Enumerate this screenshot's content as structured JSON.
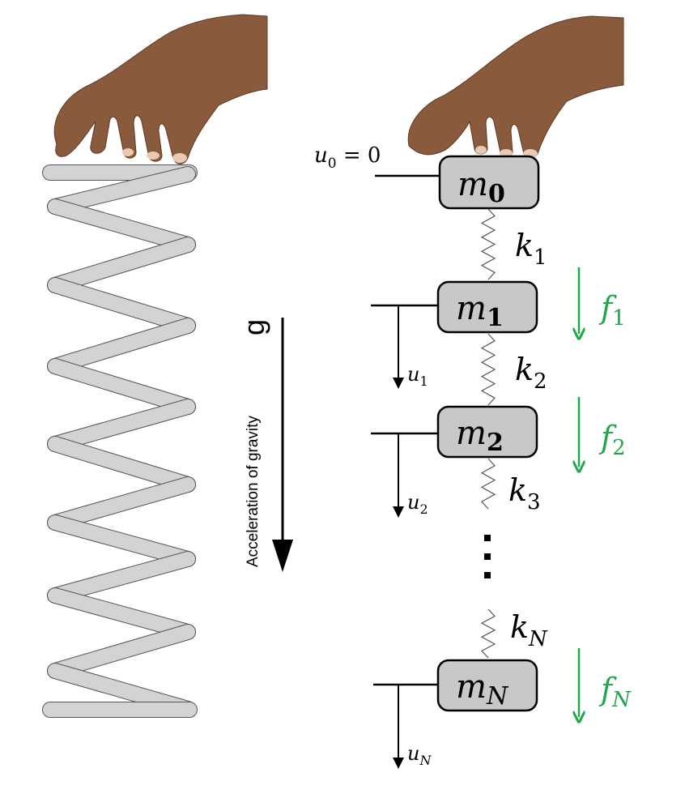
{
  "gravity": {
    "label": "Acceleration of gravity",
    "symbol": "g"
  },
  "boundary": {
    "label": "u",
    "sub": "0",
    "eq": " = 0"
  },
  "masses": [
    {
      "sym": "m",
      "sub": "0"
    },
    {
      "sym": "m",
      "sub": "1"
    },
    {
      "sym": "m",
      "sub": "2"
    },
    {
      "sym": "m",
      "sub": "N"
    }
  ],
  "springs": [
    {
      "sym": "k",
      "sub": "1"
    },
    {
      "sym": "k",
      "sub": "2"
    },
    {
      "sym": "k",
      "sub": "3"
    },
    {
      "sym": "k",
      "sub": "N"
    }
  ],
  "forces": [
    {
      "sym": "f",
      "sub": "1"
    },
    {
      "sym": "f",
      "sub": "2"
    },
    {
      "sym": "f",
      "sub": "N"
    }
  ],
  "displacements": [
    {
      "sym": "u",
      "sub": "1"
    },
    {
      "sym": "u",
      "sub": "2"
    },
    {
      "sym": "u",
      "sub": "N"
    }
  ],
  "colors": {
    "mass_fill": "#c8c8c8",
    "coil_fill": "#d3d3d3",
    "force": "#1fa84a",
    "skin": "#8a5a3c",
    "ink": "#000000"
  },
  "icons": [
    "hand-icon",
    "coil-spring-icon",
    "gravity-arrow-icon",
    "zigzag-spring-icon",
    "ellipsis-icon"
  ]
}
